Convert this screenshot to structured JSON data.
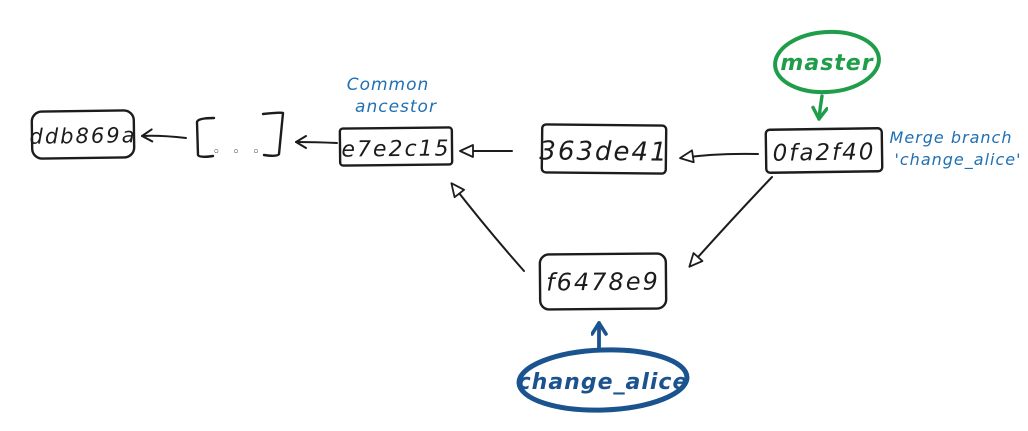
{
  "diagram": {
    "kind": "hand-drawn git commit graph",
    "background": "#ffffff",
    "ink_color": "#1c1c1c"
  },
  "nodes": [
    {
      "id": "ddb869a",
      "label": "ddb869a"
    },
    {
      "id": "ellipsis",
      "label": "[...]",
      "dots": "◦ ◦ ◦"
    },
    {
      "id": "e7e2c15",
      "label": "e7e2c15"
    },
    {
      "id": "363de41",
      "label": "363de41"
    },
    {
      "id": "0fa2f40",
      "label": "0fa2f40"
    },
    {
      "id": "f6478e9",
      "label": "f6478e9"
    }
  ],
  "branches": [
    {
      "name": "master",
      "color": "#1f9d4a",
      "points_to": "0fa2f40"
    },
    {
      "name": "change_alice",
      "color": "#1b538f",
      "points_to": "f6478e9"
    }
  ],
  "annotations": {
    "common_ancestor_line1": "Common",
    "common_ancestor_line2": "ancestor",
    "merge_line1": "Merge branch",
    "merge_line2": "'change_alice'",
    "note_color": "#2170b4"
  },
  "edges": [
    {
      "from": "[...]",
      "to": "ddb869a"
    },
    {
      "from": "e7e2c15",
      "to": "[...]"
    },
    {
      "from": "363de41",
      "to": "e7e2c15"
    },
    {
      "from": "0fa2f40",
      "to": "363de41"
    },
    {
      "from": "f6478e9",
      "to": "e7e2c15"
    },
    {
      "from": "0fa2f40",
      "to": "f6478e9"
    }
  ]
}
